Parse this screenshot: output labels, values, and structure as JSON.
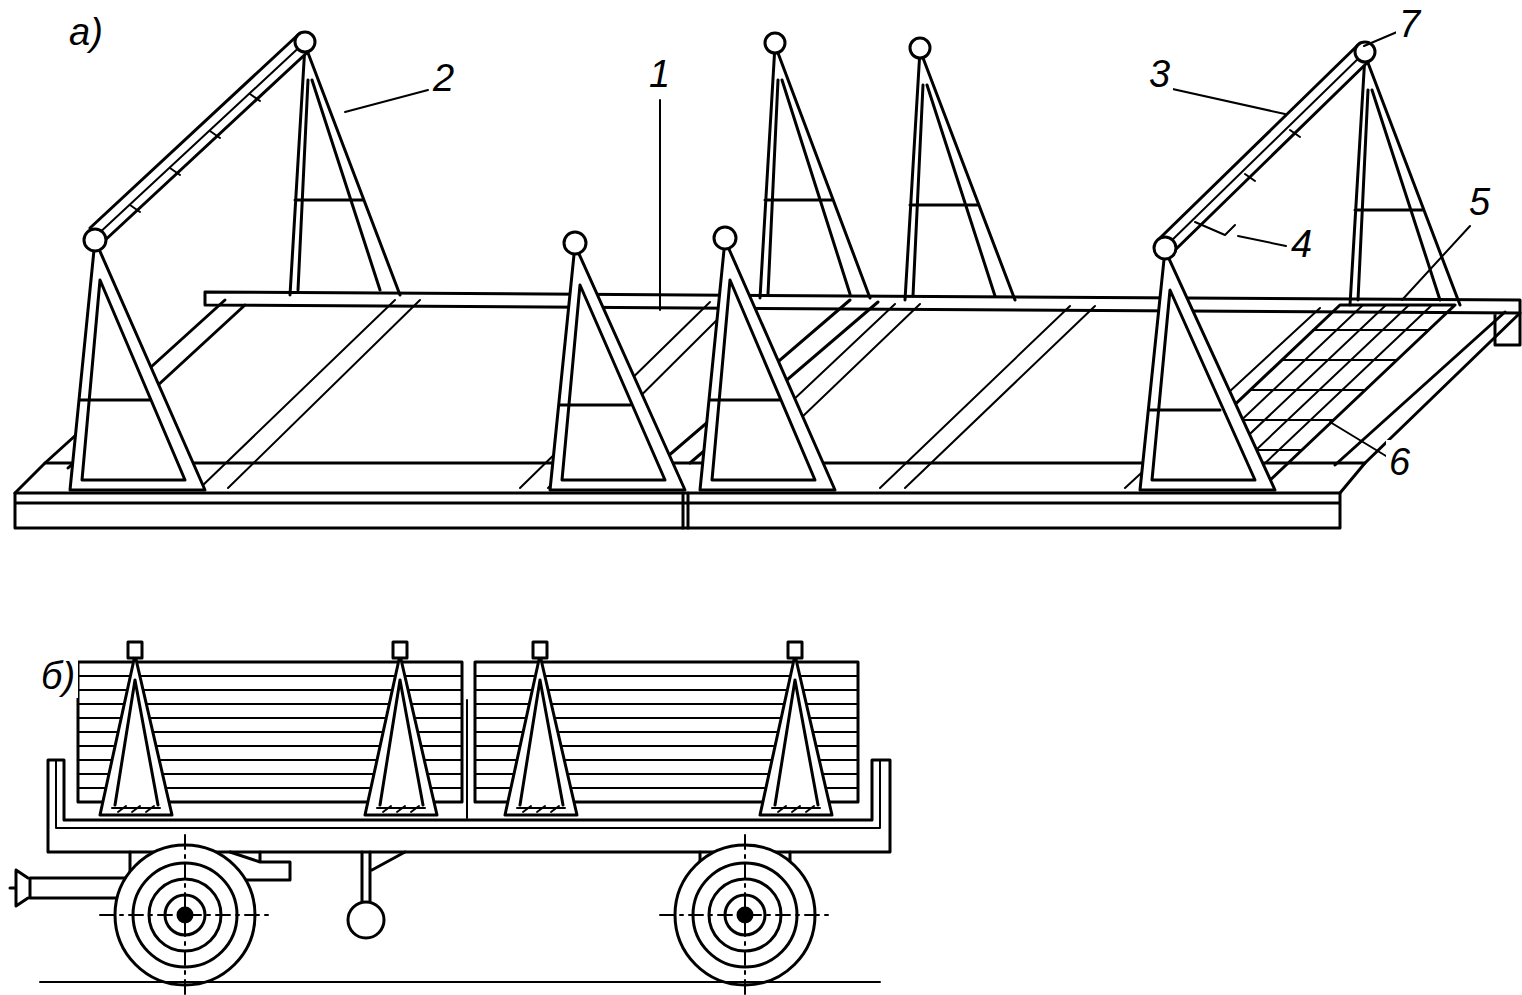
{
  "diagram": {
    "labels": [
      "а)",
      "7",
      "2",
      "3",
      "1",
      "5",
      "4",
      "6",
      "б)"
    ]
  }
}
